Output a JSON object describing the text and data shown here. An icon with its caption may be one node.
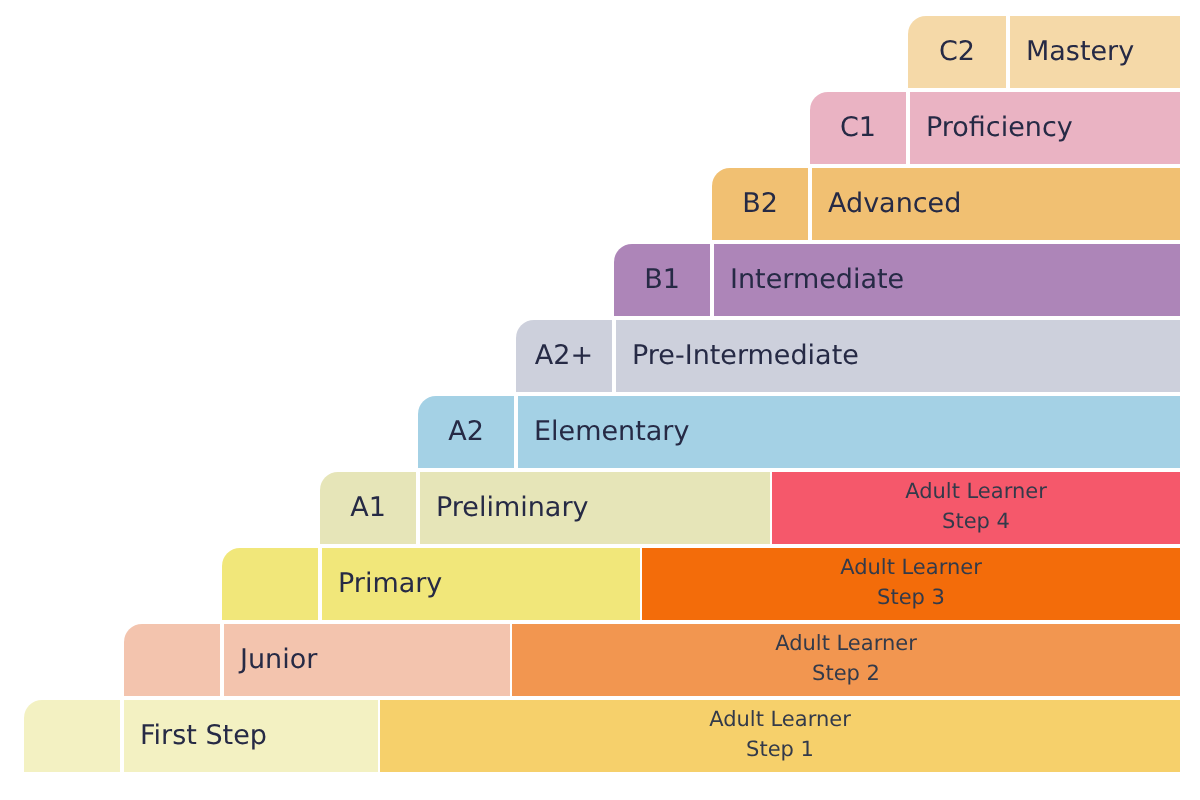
{
  "diagram": {
    "nodes": [
      {
        "text": [
          "C2"
        ]
      },
      {
        "text": [
          "Mastery"
        ]
      },
      {
        "text": [
          "C1"
        ]
      },
      {
        "text": [
          "Proficiency"
        ]
      },
      {
        "text": [
          "B2"
        ]
      },
      {
        "text": [
          "Advanced"
        ]
      },
      {
        "text": [
          "B1"
        ]
      },
      {
        "text": [
          "Intermediate"
        ]
      },
      {
        "text": [
          "A2+"
        ]
      },
      {
        "text": [
          "Pre-Intermediate"
        ]
      },
      {
        "text": [
          "A2"
        ]
      },
      {
        "text": [
          "Elementary"
        ]
      },
      {
        "text": [
          "A1"
        ]
      },
      {
        "text": [
          "Preliminary"
        ]
      },
      {
        "text": [
          "Adult Learner Step 4"
        ]
      },
      {
        "text": [],
        "shape": "box"
      },
      {
        "text": [
          "Primary"
        ]
      },
      {
        "text": [
          "Adult Learner Step 3"
        ]
      },
      {
        "text": [],
        "shape": "box"
      },
      {
        "text": [
          "Junior"
        ]
      },
      {
        "text": [
          "Adult Learner Step 2"
        ]
      },
      {
        "text": [],
        "shape": "box"
      },
      {
        "text": [
          "First Step"
        ]
      },
      {
        "text": [
          "Adult Learner Step 1"
        ]
      }
    ]
  }
}
